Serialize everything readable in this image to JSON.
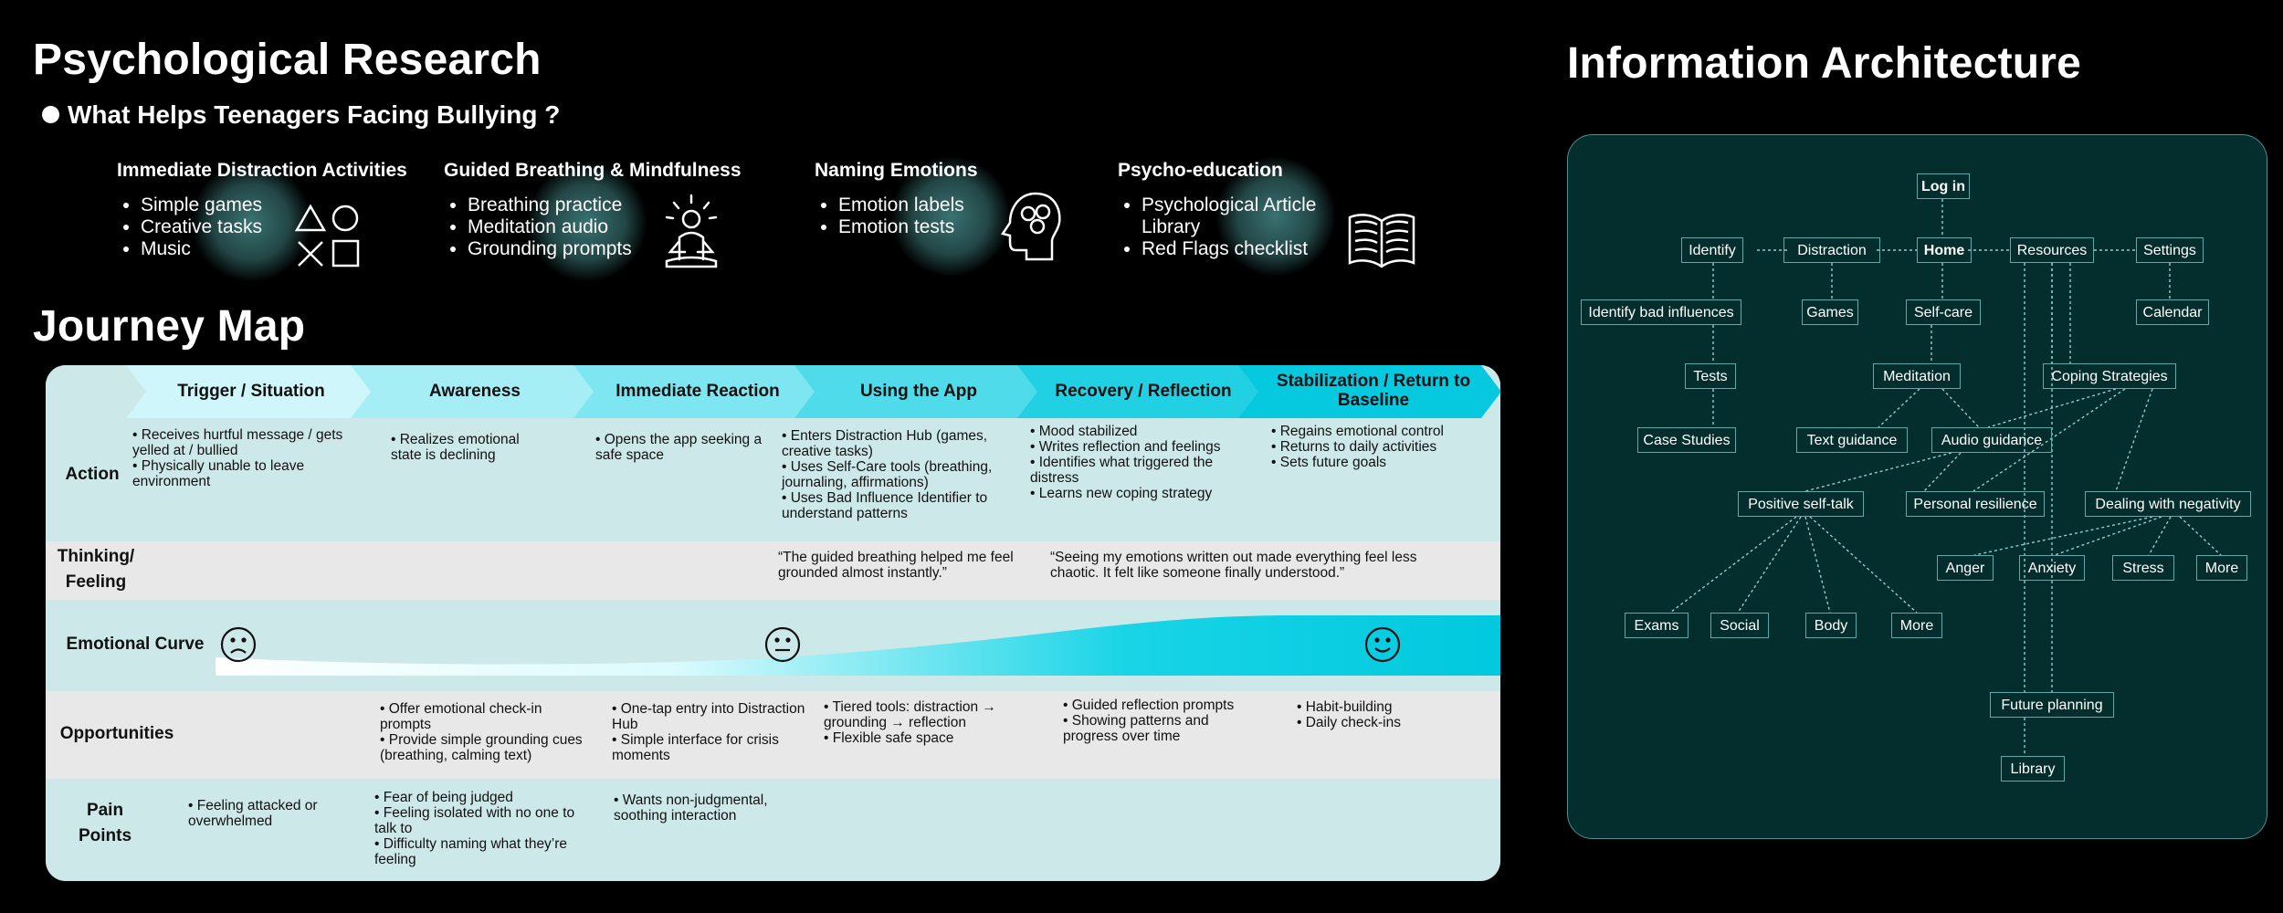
{
  "research": {
    "title": "Psychological Research",
    "question": "What Helps Teenagers Facing Bullying ?",
    "categories": [
      {
        "title": "Immediate Distraction Activities",
        "items": [
          "Simple games",
          "Creative tasks",
          "Music"
        ],
        "icon": "game-symbols-icon"
      },
      {
        "title": "Guided Breathing & Mindfulness",
        "items": [
          "Breathing practice",
          "Meditation audio",
          "Grounding prompts"
        ],
        "icon": "meditation-icon"
      },
      {
        "title": "Naming Emotions",
        "items": [
          "Emotion labels",
          "Emotion tests"
        ],
        "icon": "head-emotions-icon"
      },
      {
        "title": "Psycho-education",
        "items": [
          "Psychological Article Library",
          "Red Flags checklist"
        ],
        "icon": "book-icon"
      }
    ]
  },
  "journey": {
    "title": "Journey Map",
    "stages": [
      "Trigger / Situation",
      "Awareness",
      "Immediate Reaction",
      "Using the App",
      "Recovery / Reflection",
      "Stabilization / Return to Baseline"
    ],
    "row_labels": {
      "action": "Action",
      "thinking": "Thinking/ Feeling",
      "emotional": "Emotional Curve",
      "opportunities": "Opportunities",
      "pain": "Pain Points"
    },
    "action": [
      "• Receives hurtful message / gets yelled at / bullied\n• Physically unable to leave environment",
      "• Realizes emotional state is declining",
      "• Opens the app seeking a safe space",
      "• Enters Distraction Hub (games, creative tasks)\n• Uses Self-Care tools (breathing, journaling, affirmations)\n• Uses Bad Influence Identifier to understand patterns",
      "• Mood stabilized\n• Writes reflection and feelings\n• Identifies what triggered the distress\n• Learns new coping strategy",
      "• Regains emotional control\n• Returns to daily activities\n• Sets future goals"
    ],
    "thinking": [
      "“The guided breathing helped me feel grounded almost instantly.”",
      "“Seeing my emotions written out made everything feel less chaotic. It felt like someone finally understood.”"
    ],
    "emotional_faces": [
      "sad-face-icon",
      "neutral-face-icon",
      "happy-face-icon"
    ],
    "opportunities": [
      "• Offer emotional check-in prompts\n• Provide simple grounding cues (breathing, calming text)",
      "• One-tap entry into Distraction Hub\n• Simple interface for crisis moments",
      "• Tiered tools: distraction → grounding → reflection\n• Flexible safe space",
      "• Guided reflection prompts\n• Showing patterns and progress over time",
      "• Habit-building\n• Daily check-ins"
    ],
    "pain_points": [
      "• Feeling attacked or overwhelmed",
      "• Fear of being judged\n• Feeling isolated with no one to talk to\n• Difficulty naming what they’re feeling",
      "• Wants non-judgmental, soothing interaction"
    ]
  },
  "ia": {
    "title": "Information Architecture",
    "nodes": {
      "login": "Log in",
      "identify": "Identify",
      "distraction": "Distraction",
      "home": "Home",
      "resources": "Resources",
      "settings": "Settings",
      "identify_bad": "Identify bad influences",
      "games": "Games",
      "selfcare": "Self-care",
      "calendar": "Calendar",
      "tests": "Tests",
      "meditation": "Meditation",
      "coping": "Coping Strategies",
      "case_studies": "Case Studies",
      "text_guidance": "Text guidance",
      "audio_guidance": "Audio guidance",
      "positive": "Positive self-talk",
      "resilience": "Personal resilience",
      "negativity": "Dealing with negativity",
      "anger": "Anger",
      "anxiety": "Anxiety",
      "stress": "Stress",
      "more1": "More",
      "exams": "Exams",
      "social": "Social",
      "body": "Body",
      "more2": "More",
      "future": "Future planning",
      "library": "Library"
    }
  }
}
